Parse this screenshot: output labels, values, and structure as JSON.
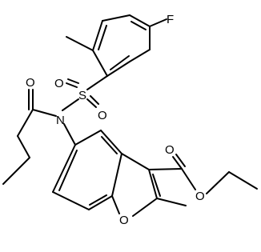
{
  "structure": {
    "atoms": {
      "fluorine": "F",
      "sulfonyl_oxygen_left": "O",
      "sulfur": "S",
      "sulfonyl_oxygen_right": "O",
      "carbonyl_oxygen_amide": "O",
      "nitrogen": "N",
      "carbonyl_oxygen_ester": "O",
      "ester_oxygen": "O",
      "furan_oxygen": "O"
    }
  },
  "colors": {
    "background": "#ffffff",
    "bonds": "#000000",
    "labels": "#000000"
  }
}
